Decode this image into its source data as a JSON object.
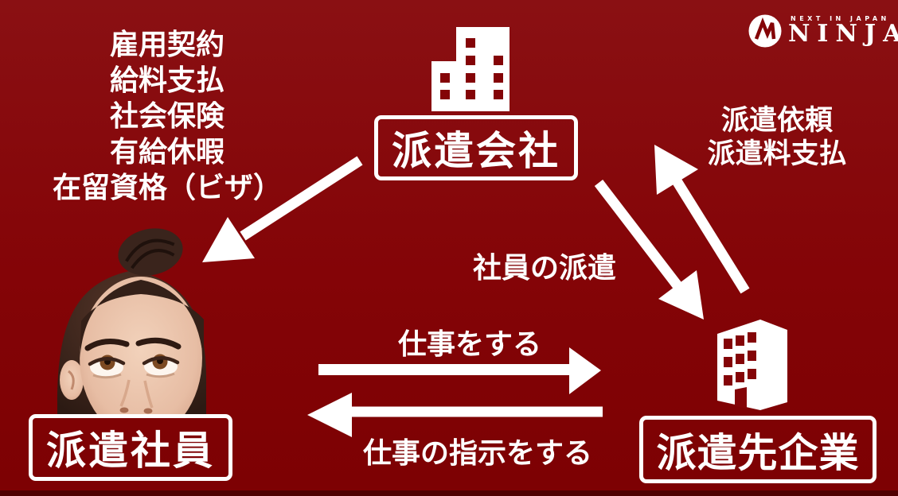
{
  "page": {
    "background_color": "#840407",
    "foreground_color": "#ffffff",
    "bottom_strip_color": "#4f0001"
  },
  "logo": {
    "tagline": "NEXT IN JAPAN",
    "brand": "NINJA",
    "mark": "ninja-n-in-circle-icon"
  },
  "nodes": {
    "agency": {
      "label": "派遣会社",
      "icon": "office-buildings-icon"
    },
    "worker": {
      "label": "派遣社員",
      "image": "woman-looking-up-photo"
    },
    "client": {
      "label": "派遣先企業",
      "icon": "office-building-3d-icon"
    }
  },
  "relations": {
    "agency_to_worker": {
      "items": [
        "雇用契約",
        "給料支払",
        "社会保険",
        "有給休暇",
        "在留資格（ビザ）"
      ],
      "arrow": "down-left"
    },
    "agency_to_client": {
      "label": "社員の派遣",
      "arrow": "down-right"
    },
    "client_to_agency": {
      "items": [
        "派遣依頼",
        "派遣料支払"
      ],
      "arrow": "up-left"
    },
    "worker_to_client": {
      "label": "仕事をする",
      "arrow": "right"
    },
    "client_to_worker": {
      "label": "仕事の指示をする",
      "arrow": "left"
    }
  }
}
